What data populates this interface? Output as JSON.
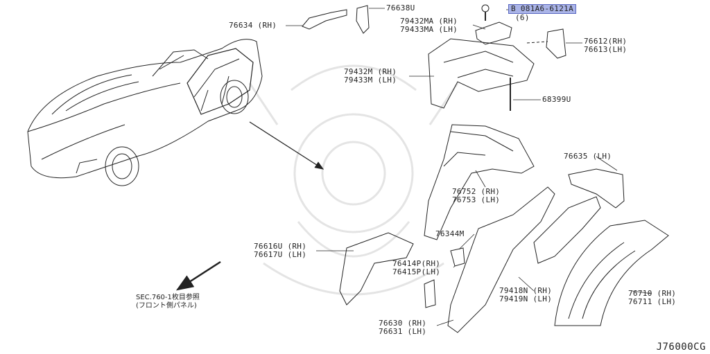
{
  "diagram": {
    "code": "J76000CG",
    "bolt_part": "B 081A6-6121A",
    "bolt_qty": "(6)",
    "reference_line1": "SEC.760-1枚目参照",
    "reference_line2": "(フロント側パネル)",
    "labels": {
      "p76634": "76634 (RH)",
      "p76638u": "76638U",
      "p79432ma": "79432MA (RH)",
      "p79433ma": "79433MA (LH)",
      "p76612": "76612(RH)",
      "p76613": "76613(LH)",
      "p79432m": "79432M (RH)",
      "p79433m": "79433M (LH)",
      "p68399u": "68399U",
      "p76635": "76635 (LH)",
      "p76752": "76752 (RH)",
      "p76753": "76753 (LH)",
      "p76344m": "76344M",
      "p76616u": "76616U (RH)",
      "p76617u": "76617U (LH)",
      "p76414p": "76414P(RH)",
      "p76415p": "76415P(LH)",
      "p79418n": "79418N (RH)",
      "p79419n": "79419N (LH)",
      "p76710": "76710  (RH)",
      "p76711": "76711  (LH)",
      "p76630": "76630 (RH)",
      "p76631": "76631 (LH)"
    }
  }
}
